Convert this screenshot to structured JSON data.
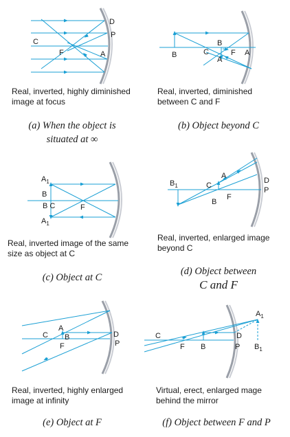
{
  "colors": {
    "ray": "#1a9fd4",
    "mirror_front": "#9a9fa8",
    "mirror_back": "#c9ccd3",
    "text": "#1a1a1a"
  },
  "cases": [
    {
      "id": "a",
      "labels": {
        "D": "D",
        "P": "P",
        "C": "C",
        "F": "F",
        "A": "A"
      },
      "desc": [
        "Real, inverted, highly diminished",
        "image at focus"
      ],
      "caption": [
        "(a) When the object is",
        "situated at ∞"
      ]
    },
    {
      "id": "b",
      "labels": {
        "B": "B",
        "C": "C",
        "B_top": "B",
        "F": "F",
        "A": "A",
        "A_bot": "A"
      },
      "desc": [
        "Real, inverted, diminished",
        "between C and F"
      ],
      "caption": [
        "(b) Object beyond C"
      ]
    },
    {
      "id": "c",
      "labels": {
        "A1": "A",
        "A1_sub": "1",
        "B": "B",
        "BC": "B C",
        "F": "F",
        "A1b": "A",
        "A1b_sub": "1"
      },
      "desc": [
        "Real, inverted image of the same",
        "size as object at C"
      ],
      "caption": [
        "(c) Object at C"
      ]
    },
    {
      "id": "d",
      "labels": {
        "B1": "B",
        "B1_sub": "1",
        "A": "A",
        "C": "C",
        "B": "B",
        "F": "F",
        "D": "D",
        "P": "P"
      },
      "desc": [
        "Real, inverted, enlarged image",
        "beyond C"
      ],
      "caption": [
        "(d) Object between",
        "C and F"
      ]
    },
    {
      "id": "e",
      "labels": {
        "A": "A",
        "C": "C",
        "B": "B",
        "F": "F",
        "D": "D",
        "P": "P"
      },
      "desc": [
        "Real, inverted, highly enlarged",
        "image at infinity"
      ],
      "caption": [
        "(e) Object at F"
      ]
    },
    {
      "id": "f",
      "labels": {
        "A1": "A",
        "A1_sub": "1",
        "C": "C",
        "D": "D",
        "F": "F",
        "B": "B",
        "P": "P",
        "B1": "B",
        "B1_sub": "1"
      },
      "desc": [
        "Virtual, erect, enlarged mage",
        "behind the mirror"
      ],
      "caption": [
        "(f) Object between F and P"
      ]
    }
  ]
}
